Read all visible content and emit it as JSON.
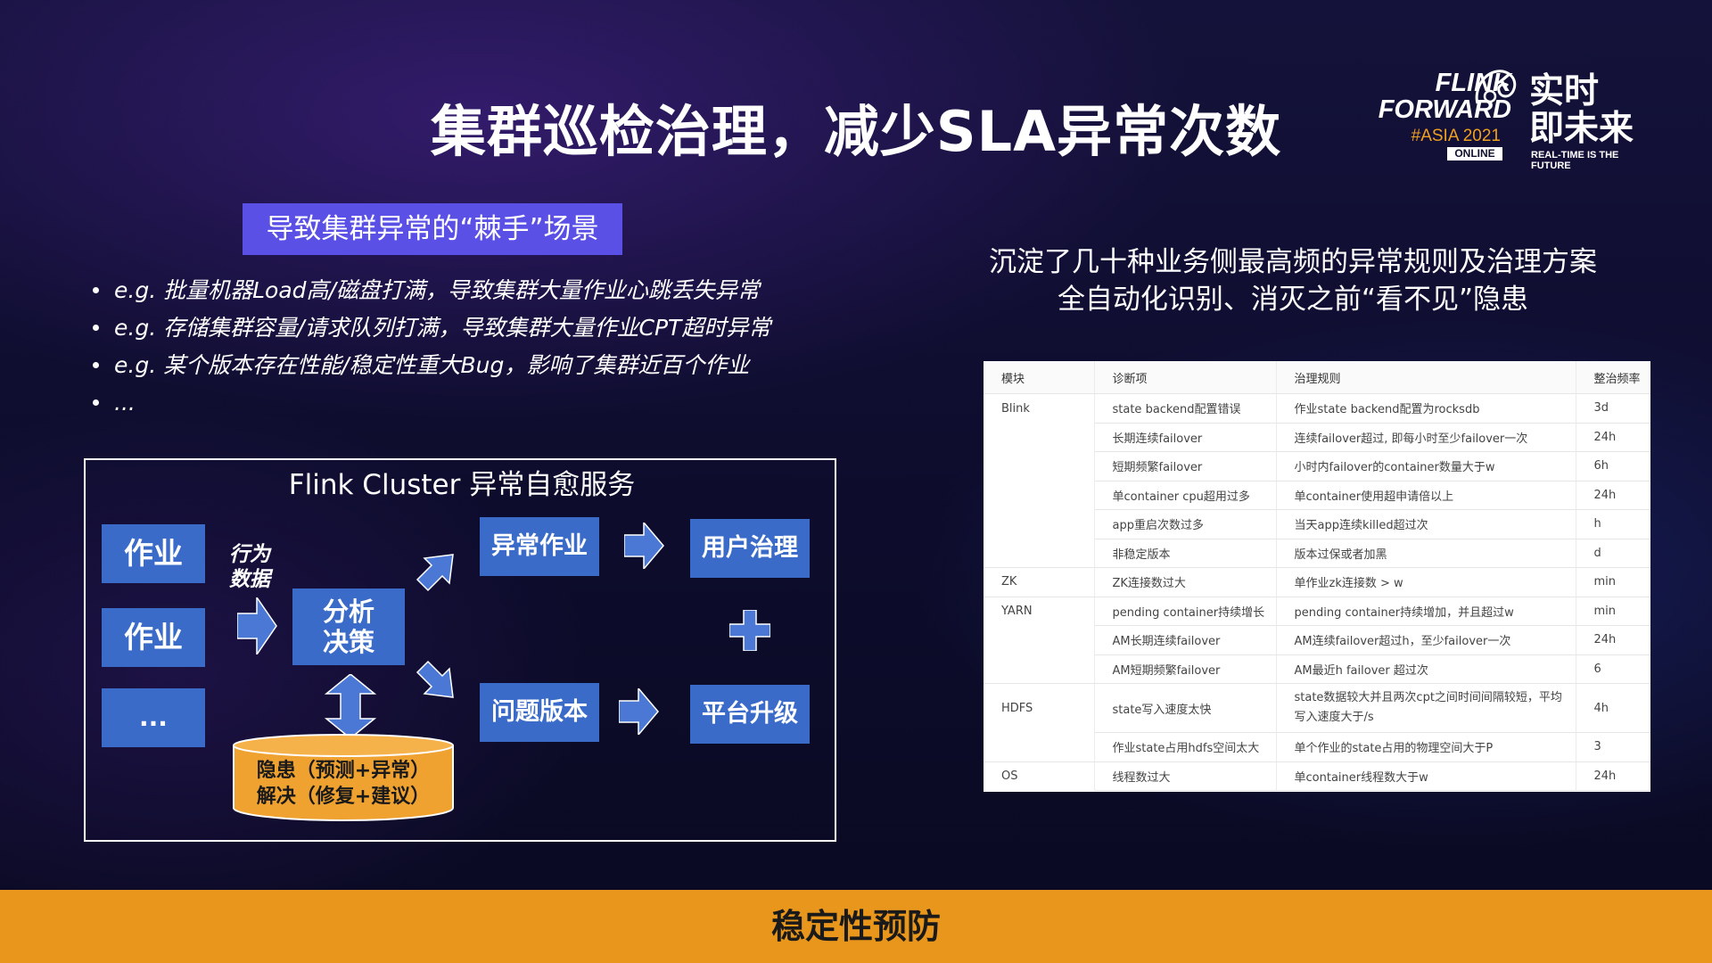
{
  "title": "集群巡检治理，减少SLA异常次数",
  "logo": {
    "line1": "FLINK",
    "line2": "FORWARD",
    "edition": "#ASIA 2021",
    "badge": "ONLINE",
    "cn_line1": "实时",
    "cn_line2": "即未来",
    "tagline": "REAL-TIME IS THE FUTURE"
  },
  "left_heading": "导致集群异常的“棘手”场景",
  "bullets": [
    "e.g. 批量机器Load高/磁盘打满，导致集群大量作业心跳丢失异常",
    "e.g. 存储集群容量/请求队列打满，导致集群大量作业CPT超时异常",
    "e.g. 某个版本存在性能/稳定性重大Bug，影响了集群近百个作业",
    "..."
  ],
  "diagram": {
    "title": "Flink Cluster 异常自愈服务",
    "job1": "作业",
    "job2": "作业",
    "job3": "...",
    "behavior_line1": "行为",
    "behavior_line2": "数据",
    "analysis_line1": "分析",
    "analysis_line2": "决策",
    "abnormal_job": "异常作业",
    "problem_version": "问题版本",
    "user_governance": "用户治理",
    "platform_upgrade": "平台升级",
    "plus": "+",
    "db_line1": "隐患（预测+异常）",
    "db_line2": "解决（修复+建议）",
    "colors": {
      "box": "#3a6bc8",
      "arrow": "#4a78d4",
      "db": "#f0a230"
    }
  },
  "right_text": {
    "line1": "沉淀了几十种业务侧最高频的异常规则及治理方案",
    "line2": "全自动化识别、消灭之前“看不见”隐患"
  },
  "table": {
    "headers": [
      "模块",
      "诊断项",
      "治理规则",
      "整治频率"
    ],
    "rows": [
      [
        "Blink",
        "state backend配置错误",
        "作业state backend配置为rocksdb",
        "3d"
      ],
      [
        "",
        "长期连续failover",
        "连续failover超过, 即每小时至少failover一次",
        "24h"
      ],
      [
        "",
        "短期频繁failover",
        "小时内failover的container数量大于w",
        "6h"
      ],
      [
        "",
        "单container cpu超用过多",
        "单container使用超申请倍以上",
        "24h"
      ],
      [
        "",
        "app重启次数过多",
        "当天app连续killed超过次",
        "h"
      ],
      [
        "",
        "非稳定版本",
        "版本过保或者加黑",
        "d"
      ],
      [
        "ZK",
        "ZK连接数过大",
        "单作业zk连接数 > w",
        "min"
      ],
      [
        "YARN",
        "pending container持续增长",
        "pending container持续增加，并且超过w",
        "min"
      ],
      [
        "",
        "AM长期连续failover",
        "AM连续failover超过h，至少failover一次",
        "24h"
      ],
      [
        "",
        "AM短期频繁failover",
        "AM最近h failover 超过次",
        "6"
      ],
      [
        "HDFS",
        "state写入速度太快",
        "state数据较大并且两次cpt之间时间间隔较短，平均写入速度大于/s",
        "4h"
      ],
      [
        "",
        "作业state占用hdfs空间太大",
        "单个作业的state占用的物理空间大于P",
        "3"
      ],
      [
        "OS",
        "线程数过大",
        "单container线程数大于w",
        "24h"
      ]
    ]
  },
  "footer": "稳定性预防"
}
